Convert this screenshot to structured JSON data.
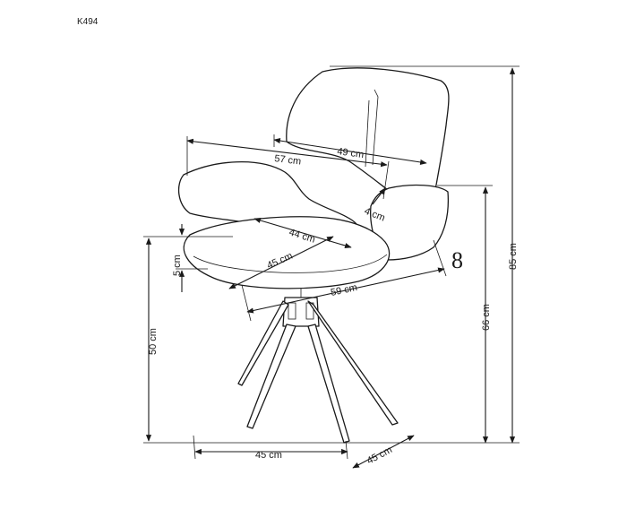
{
  "product_code": "K494",
  "side_number": "8",
  "dimensions": {
    "back_width": "49 cm",
    "overall_width": "57 cm",
    "back_thickness": "4 cm",
    "seat_width": "44 cm",
    "seat_depth": "45 cm",
    "seat_thickness": "5 cm",
    "overall_depth": "59 cm",
    "seat_height": "50 cm",
    "armrest_height": "66 cm",
    "total_height": "85 cm",
    "base_width": "45 cm",
    "base_depth": "45 cm"
  }
}
